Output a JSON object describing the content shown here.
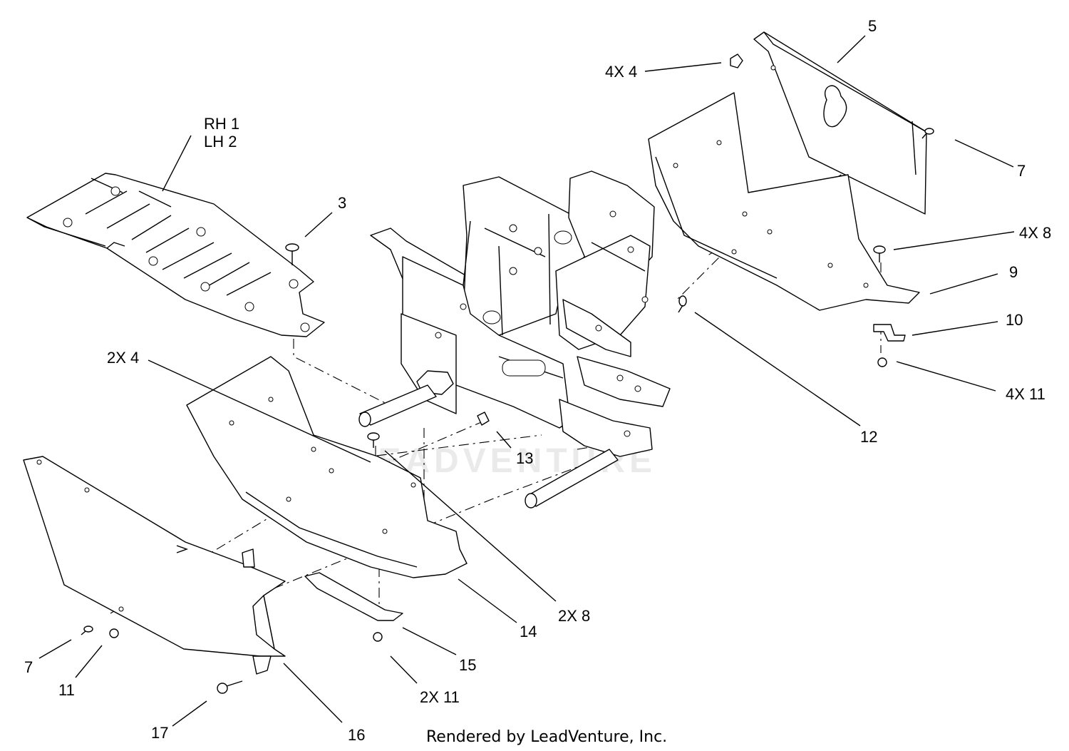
{
  "diagram": {
    "watermark": "LEADVENTURE",
    "credit": "Rendered by LeadVenture, Inc.",
    "labels": {
      "l_rh1": "RH 1",
      "l_lh2": "LH 2",
      "l_3": "3",
      "l_5": "5",
      "l_4x4": "4X 4",
      "l_7a": "7",
      "l_4x8": "4X 8",
      "l_9": "9",
      "l_10": "10",
      "l_4x11": "4X 11",
      "l_12": "12",
      "l_2x4": "2X 4",
      "l_13": "13",
      "l_2x8": "2X 8",
      "l_14": "14",
      "l_15": "15",
      "l_2x11": "2X 11",
      "l_7b": "7",
      "l_11": "11",
      "l_17": "17",
      "l_16": "16"
    }
  }
}
